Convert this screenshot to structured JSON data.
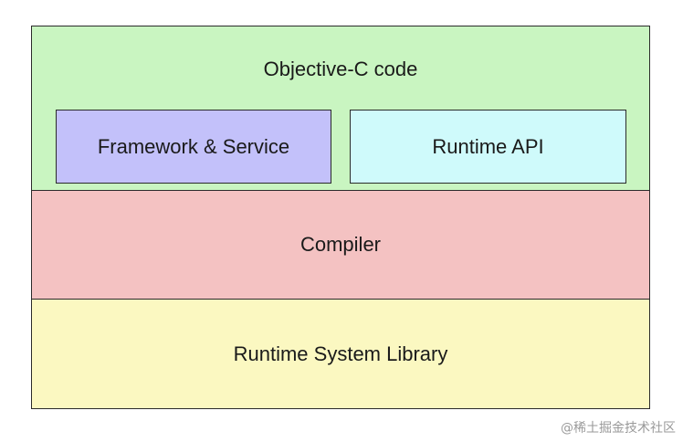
{
  "layers": {
    "objc": {
      "title": "Objective-C code",
      "color": "#c9f5c1",
      "boxes": [
        {
          "label": "Framework & Service",
          "color": "#c3c1fa"
        },
        {
          "label": "Runtime API",
          "color": "#cffafb"
        }
      ]
    },
    "compiler": {
      "title": "Compiler",
      "color": "#f4c2c2"
    },
    "runtime_library": {
      "title": "Runtime System Library",
      "color": "#fbf8c1"
    }
  },
  "watermark": "@稀土掘金技术社区"
}
